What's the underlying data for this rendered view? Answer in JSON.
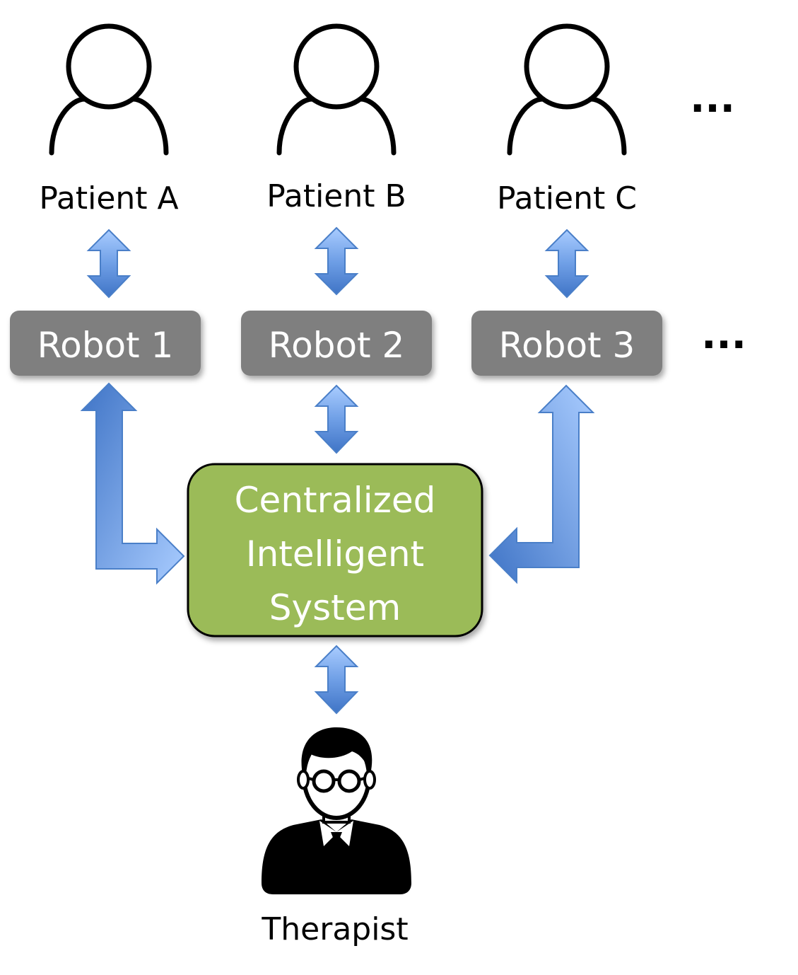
{
  "patients": [
    {
      "label": "Patient A"
    },
    {
      "label": "Patient B"
    },
    {
      "label": "Patient C"
    }
  ],
  "patients_more": "...",
  "robots": [
    {
      "label": "Robot 1"
    },
    {
      "label": "Robot 2"
    },
    {
      "label": "Robot 3"
    }
  ],
  "robots_more": "...",
  "central": {
    "lines": [
      "Centralized",
      "Intelligent",
      "System"
    ]
  },
  "therapist": {
    "label": "Therapist"
  },
  "colors": {
    "robot_fill": "#7f7f7f",
    "central_fill": "#9bbb59",
    "arrow_light": "#9dc3ff",
    "arrow_dark": "#4a7fd0"
  },
  "icons": {
    "patient": "person-outline-icon",
    "therapist": "therapist-icon"
  }
}
